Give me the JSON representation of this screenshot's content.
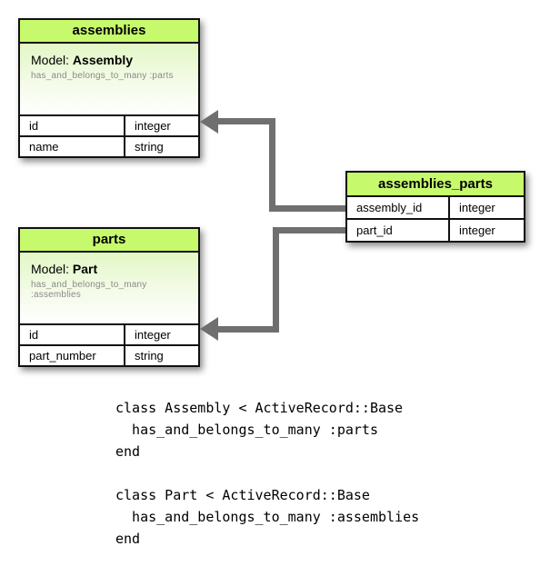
{
  "colors": {
    "header_green": "#c7f96d",
    "model_gradient_top": "#e2f7c5",
    "connector_gray": "#6f6f6f",
    "border_black": "#101010",
    "association_text_gray": "#8a8a8a"
  },
  "tables": {
    "assemblies": {
      "title": "assemblies",
      "model_label": "Model:",
      "model_name": "Assembly",
      "association": "has_and_belongs_to_many :parts",
      "columns": [
        {
          "name": "id",
          "type": "integer"
        },
        {
          "name": "name",
          "type": "string"
        }
      ]
    },
    "parts": {
      "title": "parts",
      "model_label": "Model:",
      "model_name": "Part",
      "association": "has_and_belongs_to_many :assemblies",
      "columns": [
        {
          "name": "id",
          "type": "integer"
        },
        {
          "name": "part_number",
          "type": "string"
        }
      ]
    },
    "assemblies_parts": {
      "title": "assemblies_parts",
      "columns": [
        {
          "name": "assembly_id",
          "type": "integer"
        },
        {
          "name": "part_id",
          "type": "integer"
        }
      ]
    }
  },
  "code": {
    "assembly_class": "class Assembly < ActiveRecord::Base\n  has_and_belongs_to_many :parts\nend",
    "part_class": "class Part < ActiveRecord::Base\n  has_and_belongs_to_many :assemblies\nend"
  }
}
